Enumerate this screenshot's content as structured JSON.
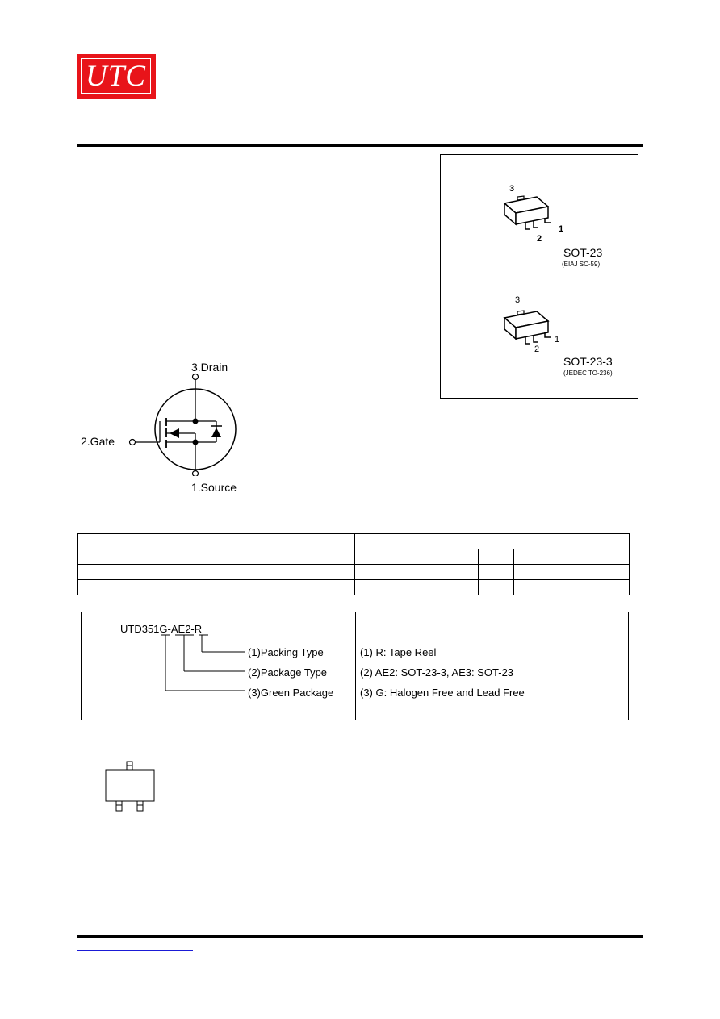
{
  "header": {
    "logo_text": "UTC",
    "brand_color": "#e8141a"
  },
  "packages": [
    {
      "name": "SOT-23",
      "standard": "(EIAJ SC-59)",
      "pins": [
        "3",
        "1",
        "2"
      ]
    },
    {
      "name": "SOT-23-3",
      "standard": "(JEDEC TO-236)",
      "pins": [
        "3",
        "1",
        "2"
      ]
    }
  ],
  "symbol": {
    "drain": "3.Drain",
    "gate": "2.Gate",
    "source": "1.Source"
  },
  "ordering": {
    "part_number": "UTD351G-AE2-R",
    "legend": [
      "(1)Packing Type",
      "(2)Package Type",
      "(3)Green Package"
    ],
    "descriptions": [
      "(1) R: Tape Reel",
      "(2) AE2: SOT-23-3, AE3: SOT-23",
      "(3) G: Halogen Free and Lead Free"
    ]
  }
}
